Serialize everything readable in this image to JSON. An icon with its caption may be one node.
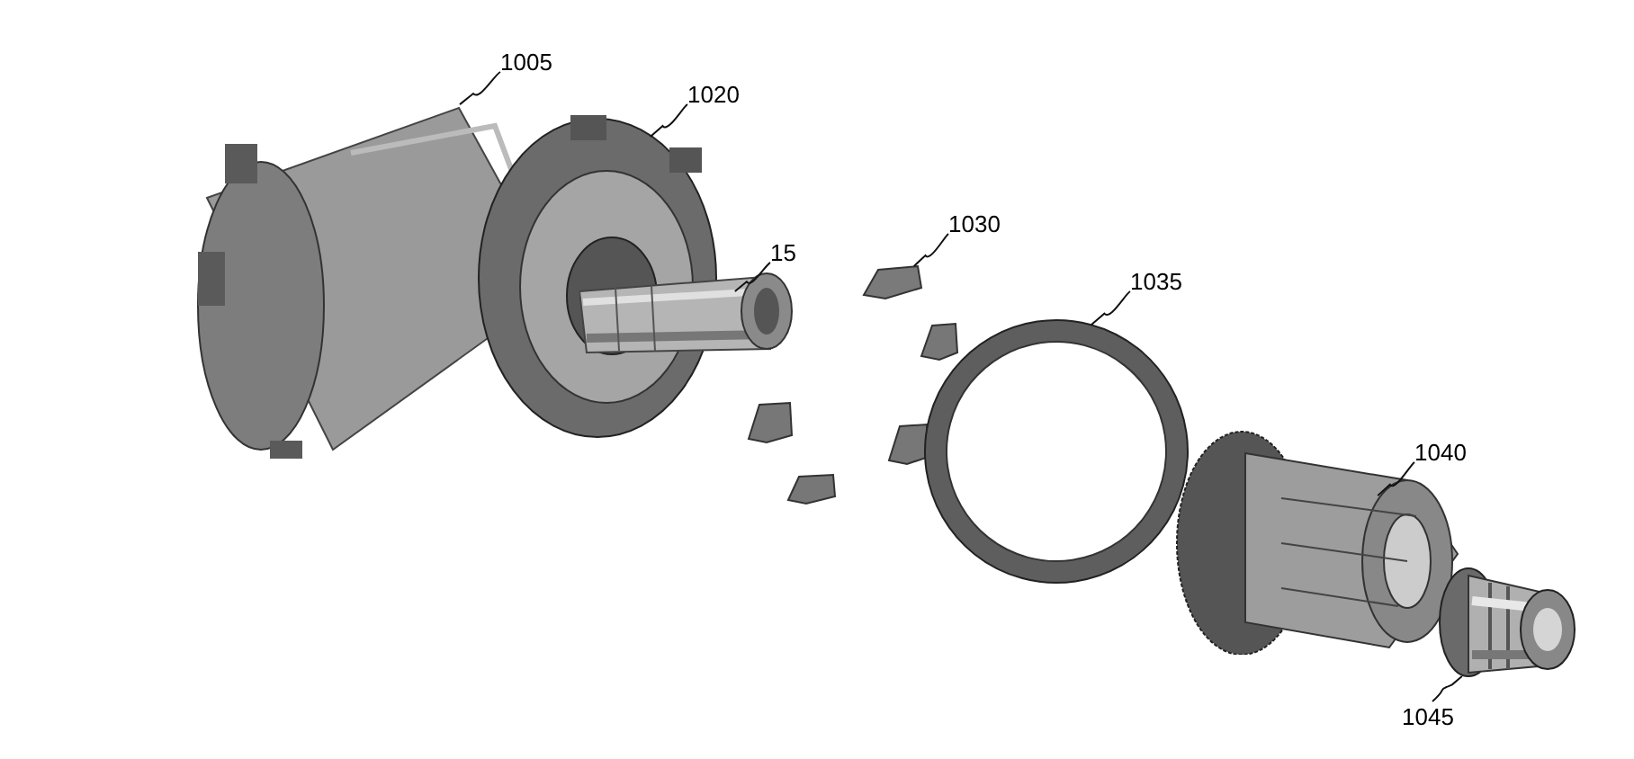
{
  "diagram": {
    "nodes": [
      {
        "text": [
          "1005"
        ]
      },
      {
        "text": [
          "1020"
        ]
      },
      {
        "text": [
          "15"
        ]
      },
      {
        "text": [
          "1030"
        ]
      },
      {
        "text": [
          "1035"
        ]
      },
      {
        "text": [
          "1040"
        ]
      },
      {
        "text": [
          "1045"
        ]
      },
      {
        "text": [],
        "shape": "picture"
      },
      {
        "text": [],
        "shape": "picture"
      },
      {
        "text": [],
        "shape": "picture"
      },
      {
        "text": [],
        "shape": "picture"
      },
      {
        "text": [],
        "shape": "picture"
      },
      {
        "text": [],
        "shape": "picture"
      },
      {
        "text": [],
        "shape": "picture"
      }
    ],
    "edges": [
      {
        "from": 0,
        "to": 7,
        "arrow": "none"
      },
      {
        "from": 1,
        "to": 8,
        "arrow": "none"
      },
      {
        "from": 2,
        "to": 9,
        "arrow": "none"
      },
      {
        "from": 3,
        "to": 10,
        "arrow": "none"
      },
      {
        "from": 4,
        "to": 11,
        "arrow": "none"
      },
      {
        "from": 5,
        "to": 12,
        "arrow": "none"
      },
      {
        "from": 6,
        "to": 13,
        "arrow": "none"
      }
    ]
  }
}
